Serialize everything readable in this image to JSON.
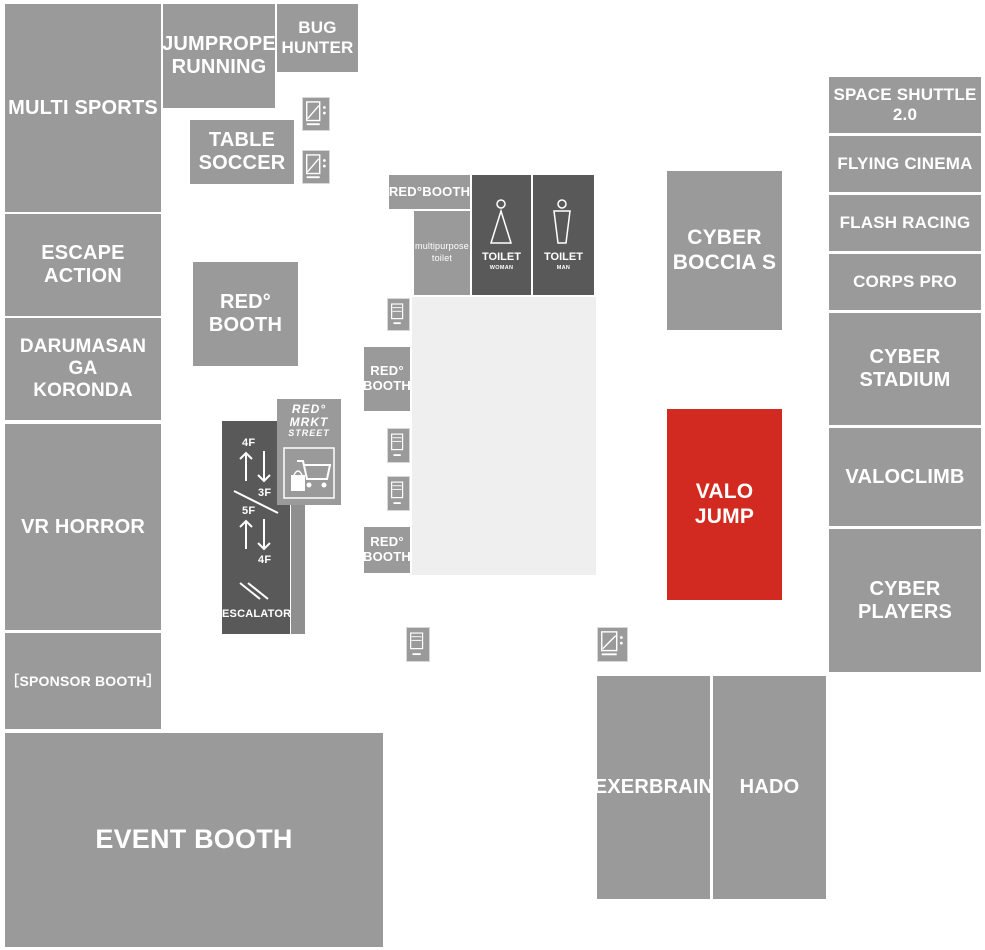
{
  "zones": {
    "multi_sports": "MULTI SPORTS",
    "jumprope_running": [
      "JUMPROPE",
      "RUNNING"
    ],
    "bug_hunter": [
      "BUG",
      "HUNTER"
    ],
    "table_soccer": [
      "TABLE",
      "SOCCER"
    ],
    "escape_action": [
      "ESCAPE",
      "ACTION"
    ],
    "darumasan": [
      "DARUMASAN GA",
      "KORONDA"
    ],
    "vr_horror": "VR HORROR",
    "sponsor_booth": "［SPONSOR BOOTH］",
    "event_booth": "EVENT BOOTH",
    "red_booth_large": [
      "RED°",
      "BOOTH"
    ],
    "red_booth_top": "RED°BOOTH",
    "multipurpose_toilet": [
      "multipurpose",
      "toilet"
    ],
    "red_booth_mid": [
      "RED°",
      "BOOTH"
    ],
    "red_booth_low": [
      "RED°",
      "BOOTH"
    ],
    "cyber_boccia": [
      "CYBER",
      "BOCCIA S"
    ],
    "valo_jump": [
      "VALO",
      "JUMP"
    ],
    "space_shuttle": "SPACE SHUTTLE 2.0",
    "flying_cinema": "FLYING CINEMA",
    "flash_racing": "FLASH RACING",
    "corps_pro": "CORPS PRO",
    "cyber_stadium": [
      "CYBER",
      "STADIUM"
    ],
    "valoclimb": "VALOCLIMB",
    "cyber_players": [
      "CYBER",
      "PLAYERS"
    ],
    "exerbrain": "EXERBRAIN",
    "hado": "HADO"
  },
  "toilets": {
    "woman": {
      "label": "TOILET",
      "sub": "WOMAN"
    },
    "man": {
      "label": "TOILET",
      "sub": "MAN"
    }
  },
  "escalator": {
    "label": "ESCALATOR",
    "floors": [
      "4F",
      "3F",
      "5F",
      "4F"
    ]
  },
  "market_logo": [
    "RED°",
    "MRKT",
    "STREET"
  ],
  "colors": {
    "zone": "#9a9a9a",
    "dark": "#595959",
    "highlight": "#d22a20",
    "plaza": "#efefef"
  }
}
